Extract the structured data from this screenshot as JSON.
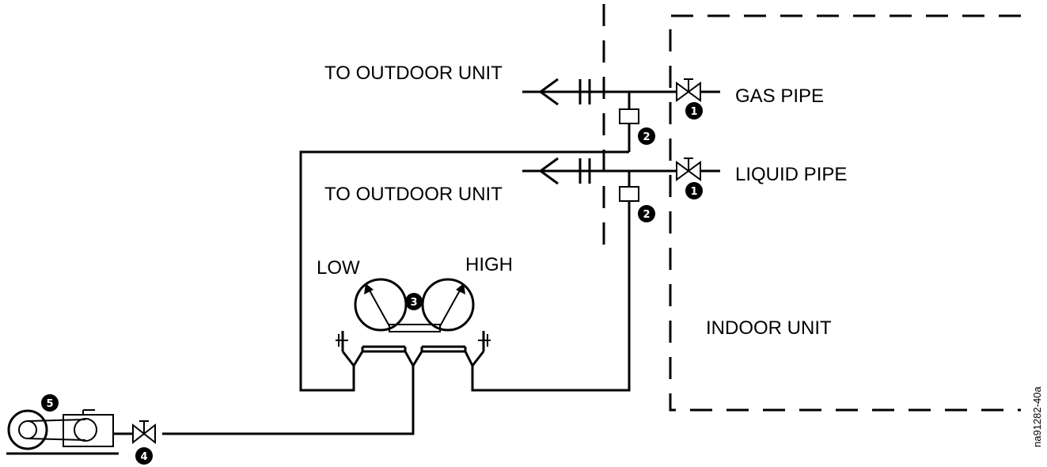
{
  "labels": {
    "to_outdoor_top": "TO OUTDOOR UNIT",
    "to_outdoor_bottom": "TO OUTDOOR UNIT",
    "gas_pipe": "GAS PIPE",
    "liquid_pipe": "LIQUID PIPE",
    "low": "LOW",
    "high": "HIGH",
    "indoor_unit": "INDOOR UNIT",
    "reference": "na91282-40a"
  },
  "markers": {
    "m1": "1",
    "m2": "2",
    "m3": "3",
    "m4": "4",
    "m5": "5"
  },
  "colors": {
    "line": "#000000",
    "background": "#ffffff"
  }
}
